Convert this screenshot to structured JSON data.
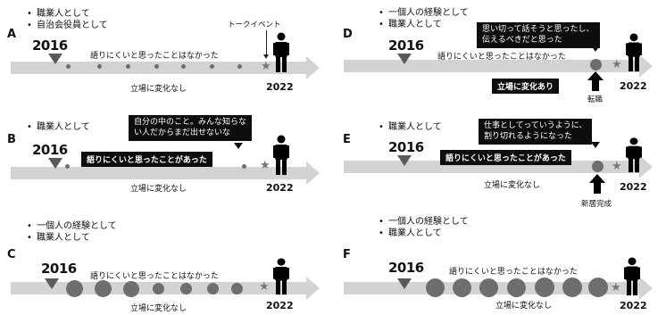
{
  "panels": {
    "A": {
      "letter": "A",
      "bullets": [
        "職業人として",
        "自治会役員として"
      ],
      "start_year": "2016",
      "end_year": "2022",
      "above_text": "語りにくいと思ったことはなかった",
      "below_text": "立場に変化なし",
      "event_label": "トークイベント"
    },
    "B": {
      "letter": "B",
      "bullets": [
        "職業人として"
      ],
      "start_year": "2016",
      "end_year": "2022",
      "callout_lines": [
        "自分の中のこと。みんな知らな",
        "い人だからまだ出せないな"
      ],
      "box_text": "語りにくいと思ったことがあった",
      "below_text": "立場に変化なし"
    },
    "C": {
      "letter": "C",
      "bullets": [
        "一個人の経験として",
        "職業人として"
      ],
      "start_year": "2016",
      "end_year": "2022",
      "above_text": "語りにくいと思ったことはなかった",
      "below_text": "立場に変化なし"
    },
    "D": {
      "letter": "D",
      "bullets": [
        "一個人の経験として",
        "職業人として"
      ],
      "start_year": "2016",
      "end_year": "2022",
      "above_text": "語りにくいと思ったことはなかった",
      "callout_lines": [
        "思い切って話そうと思ったし、",
        "伝えるべきだと思った"
      ],
      "box_text": "立場に変化あり",
      "event_label": "転職"
    },
    "E": {
      "letter": "E",
      "bullets": [
        "職業人として"
      ],
      "start_year": "2016",
      "end_year": "2022",
      "callout_lines": [
        "仕事としてっていうように、",
        "割り切れるようになった"
      ],
      "box_text": "語りにくいと思ったことがあった",
      "below_text": "立場に変化なし",
      "event_label": "新居完成"
    },
    "F": {
      "letter": "F",
      "bullets": [
        "一個人の経験として",
        "職業人として"
      ],
      "start_year": "2016",
      "end_year": "2022",
      "above_text": "語りにくいと思ったことはなかった",
      "below_text": "立場に変化なし"
    }
  },
  "colors": {
    "timeline_arrow": "#d3d3d3",
    "dot": "#6e6e6e",
    "box": "#0d0d0d"
  },
  "icons": [
    "person-icon",
    "star-icon",
    "down-triangle-icon"
  ]
}
